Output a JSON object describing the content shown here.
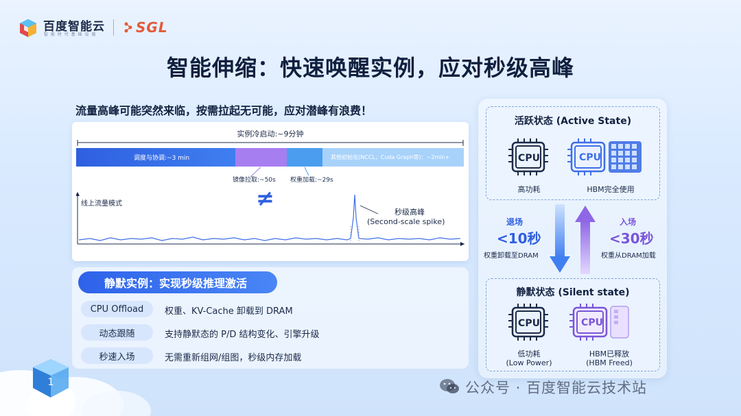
{
  "header": {
    "brand_name": "百度智能云",
    "brand_sub": "智 能 时 代 基 础 设 施",
    "partner_logo": "SGL",
    "title": "智能伸缩：快速唤醒实例，应对秒级高峰"
  },
  "left": {
    "subtitle": "流量高峰可能突然来临，按需拉起无可能，应对潜峰有浪费！",
    "timeline": {
      "total_label": "实例冷启动:~9分钟",
      "seg_schedule": "调度与协调:~3 min",
      "seg_other": "其他初始化(NCCL，Cuda Graph等)：~2min+",
      "image_label": "镜像拉取:~50s",
      "weight_label": "权重加载:~29s",
      "not_equal": "≠",
      "traffic_label": "线上流量模式",
      "spike_label": "秒级高峰",
      "spike_label_en": "(Second-scale spike)"
    },
    "silent": {
      "title": "静默实例：实现秒级推理激活",
      "features": [
        {
          "tag": "CPU Offload",
          "desc": "权重、KV-Cache 卸载到 DRAM"
        },
        {
          "tag": "动态跟随",
          "desc": "支持静默态的 P/D 结构变化、引擎升级"
        },
        {
          "tag": "秒速入场",
          "desc": "无需重新组网/组图，秒级内存加载"
        }
      ]
    }
  },
  "right": {
    "active": {
      "title": "活跃状态 (Active State)",
      "chip1_text": "CPU",
      "chip1_label": "高功耗",
      "chip2_text": "CPU",
      "chip2_label": "HBM完全使用"
    },
    "out": {
      "label": "退场",
      "time": "<10秒",
      "desc": "权重卸载至DRAM"
    },
    "in": {
      "label": "入场",
      "time": "<30秒",
      "desc": "权重从DRAM加载"
    },
    "silent": {
      "title": "静默状态 (Silent state)",
      "chip1_text": "CPU",
      "chip1_label": "低功耗",
      "chip1_label_en": "(Low Power)",
      "chip2_text": "CPU",
      "chip2_label": "HBM已释放",
      "chip2_label_en": "(HBM Freed)"
    }
  },
  "footer": {
    "watermark": "公众号 · 百度智能云技术站"
  },
  "colors": {
    "accent_blue": "#2f5fe0",
    "accent_purple": "#a77ef0",
    "spike_line": "#3f6fe6"
  },
  "icons": [
    "cube-logo-icon",
    "sgl-logo-icon",
    "cpu-chip-icon",
    "hbm-grid-icon",
    "down-arrow-icon",
    "up-arrow-icon",
    "wechat-icon"
  ]
}
